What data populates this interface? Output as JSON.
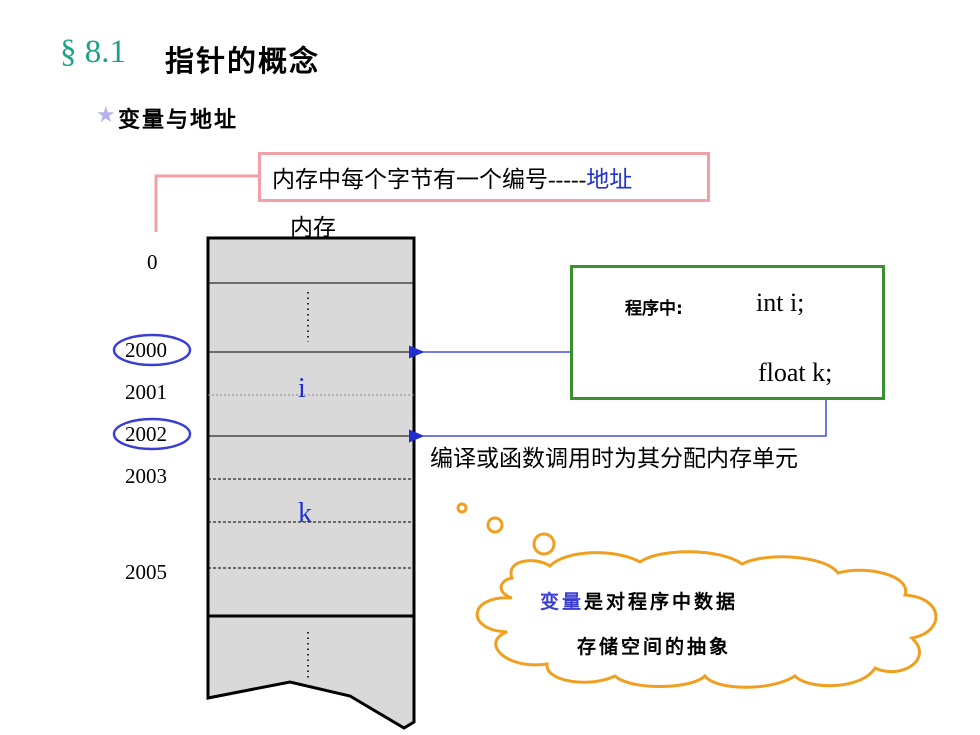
{
  "header": {
    "section_number": "§ 8.1",
    "section_title": "指针的概念",
    "subtitle": "变量与地址"
  },
  "note": {
    "text": "内存中每个字节有一个编号-----",
    "highlight": "地址"
  },
  "memory": {
    "label": "内存",
    "addresses": {
      "a0": "0",
      "a2000": "2000",
      "a2001": "2001",
      "a2002": "2002",
      "a2003": "2003",
      "a2005": "2005"
    },
    "var_i": "i",
    "var_k": "k"
  },
  "code": {
    "label": "程序中:",
    "line1": "int  i;",
    "line2": "float  k;"
  },
  "allocation_note": "编译或函数调用时为其分配内存单元",
  "thought": {
    "highlight": "变量",
    "line1_rest": "是对程序中数据",
    "line2": "存储空间的抽象"
  },
  "colors": {
    "section_number": "#1aa38a",
    "note_border": "#f2a0a8",
    "code_border": "#3a8f2e",
    "arrow": "#1f2fd1",
    "cloud": "#f0a020",
    "memory_fill": "#d9d9d9"
  }
}
